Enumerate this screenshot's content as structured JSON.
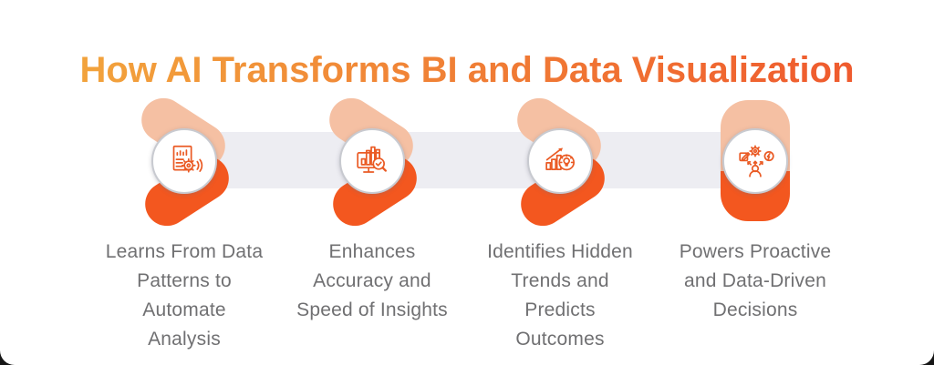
{
  "title": {
    "text": "How AI Transforms BI and Data Visualization"
  },
  "colors": {
    "title-from": "#F2A73D",
    "title-to": "#EF5A2E",
    "peach": "#F5C0A3",
    "orange": "#F3571F",
    "band": "#EDEDF2",
    "ring": "#C8CAD0",
    "icon": "#EA5B25",
    "gray": "#707072"
  },
  "items": [
    {
      "icon": "report-gear-icon",
      "lines": [
        "Learns From Data",
        "Patterns to",
        "Automate",
        "Analysis"
      ]
    },
    {
      "icon": "monitor-analytics-magnifier-icon",
      "lines": [
        "Enhances",
        "Accuracy and",
        "Speed of Insights"
      ]
    },
    {
      "icon": "growth-chart-idea-icon",
      "lines": [
        "Identifies Hidden",
        "Trends and",
        "Predicts",
        "Outcomes"
      ]
    },
    {
      "icon": "person-decisions-icon",
      "lines": [
        "Powers Proactive",
        "and Data-Driven",
        "Decisions"
      ]
    }
  ]
}
